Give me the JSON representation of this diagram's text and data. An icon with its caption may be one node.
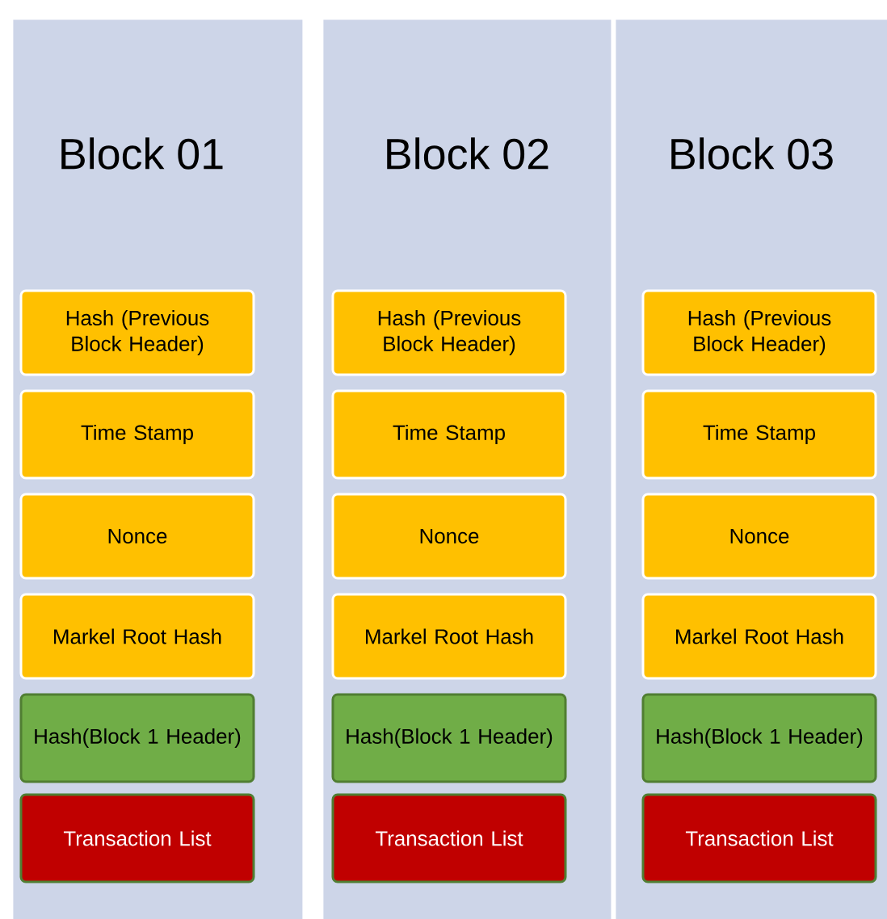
{
  "diagram": {
    "nodes": [
      {
        "text": [
          "Block 01"
        ]
      },
      {
        "text": [
          "Hash (Previous Block Header)"
        ],
        "in": 0
      },
      {
        "text": [
          "Time Stamp"
        ],
        "in": 0
      },
      {
        "text": [
          "Nonce"
        ],
        "in": 0
      },
      {
        "text": [
          "Markel Root Hash"
        ],
        "in": 0
      },
      {
        "text": [
          "Hash(Block 1 Header)"
        ],
        "in": 0
      },
      {
        "text": [
          "Transaction List"
        ],
        "in": 0
      },
      {
        "text": [
          "Block 02"
        ]
      },
      {
        "text": [
          "Hash (Previous Block Header)"
        ],
        "in": 7
      },
      {
        "text": [
          "Time Stamp"
        ],
        "in": 7
      },
      {
        "text": [
          "Nonce"
        ],
        "in": 7
      },
      {
        "text": [
          "Markel Root Hash"
        ],
        "in": 7
      },
      {
        "text": [
          "Hash(Block 1 Header)"
        ],
        "in": 7
      },
      {
        "text": [
          "Transaction List"
        ],
        "in": 7
      },
      {
        "text": [
          "Block 03"
        ]
      },
      {
        "text": [
          "Hash (Previous Block Header)"
        ],
        "in": 14
      },
      {
        "text": [
          "Time Stamp"
        ],
        "in": 14
      },
      {
        "text": [
          "Nonce"
        ],
        "in": 14
      },
      {
        "text": [
          "Markel Root Hash"
        ],
        "in": 14
      },
      {
        "text": [
          "Hash(Block 1 Header)"
        ],
        "in": 14
      },
      {
        "text": [
          "Transaction List"
        ],
        "in": 14
      }
    ]
  }
}
